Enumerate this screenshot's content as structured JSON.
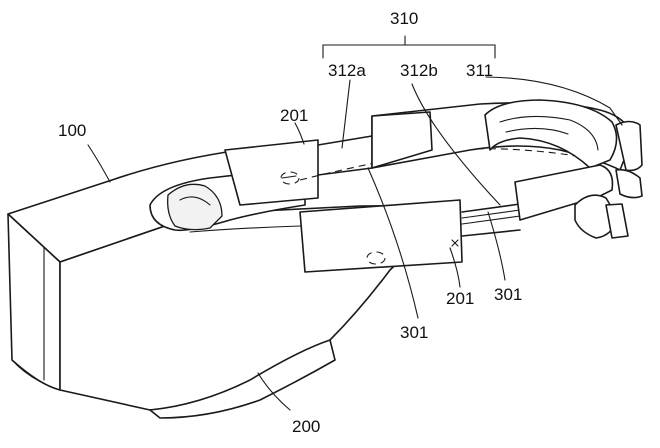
{
  "labels": {
    "l310": "310",
    "l312a": "312a",
    "l312b": "312b",
    "l311": "311",
    "l100": "100",
    "l201_top": "201",
    "l201_bottom": "201",
    "l301_right": "301",
    "l301_bottom": "301",
    "l200": "200"
  }
}
